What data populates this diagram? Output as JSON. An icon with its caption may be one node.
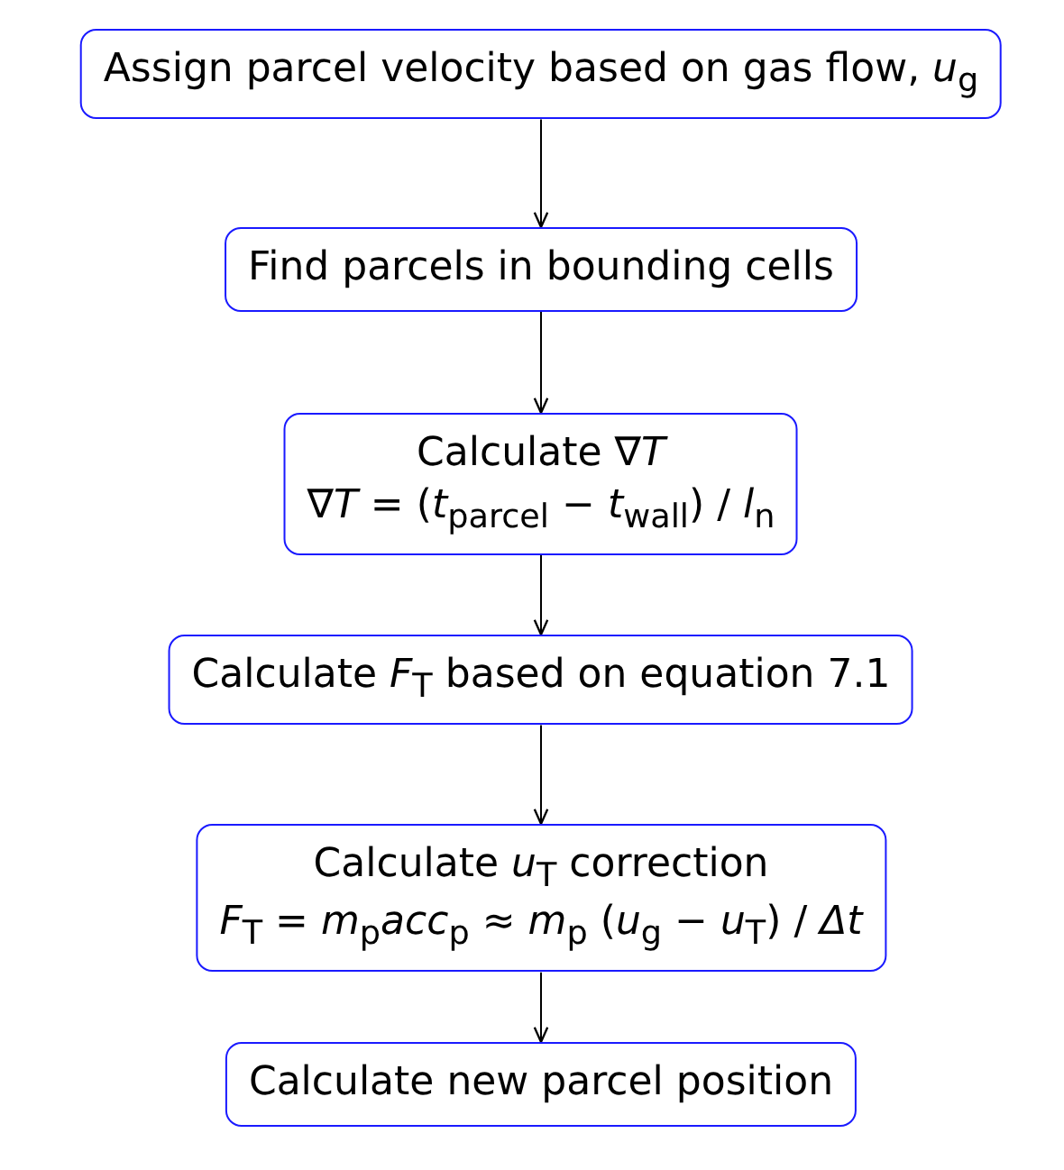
{
  "diagram": {
    "nodes": [
      {
        "text": [
          "Assign parcel velocity based on gas flow, *u*$_{g}$"
        ]
      },
      {
        "text": [
          "Find parcels in bounding cells"
        ]
      },
      {
        "text": [
          "Calculate ∇*T*",
          "∇*T* = (*t*$_{parcel}$ − *t*$_{wall}$) / *l*$_{n}$"
        ]
      },
      {
        "text": [
          "Calculate *F*$_{T}$ based on equation 7.1"
        ]
      },
      {
        "text": [
          "Calculate *u*$_{T}$ correction",
          "*F*$_{T}$ = *m*$_{p}$*acc*$_{p}$ ≈ *m*$_{p}$ (*u*$_{g}$ − *u*$_{T}$) / *Δt*"
        ]
      },
      {
        "text": [
          "Calculate new parcel position"
        ]
      }
    ],
    "edges": [
      {
        "from": 0,
        "to": 1,
        "arrow": "to"
      },
      {
        "from": 1,
        "to": 2,
        "arrow": "to"
      },
      {
        "from": 2,
        "to": 3,
        "arrow": "to"
      },
      {
        "from": 3,
        "to": 4,
        "arrow": "to"
      },
      {
        "from": 4,
        "to": 5,
        "arrow": "to"
      }
    ]
  }
}
